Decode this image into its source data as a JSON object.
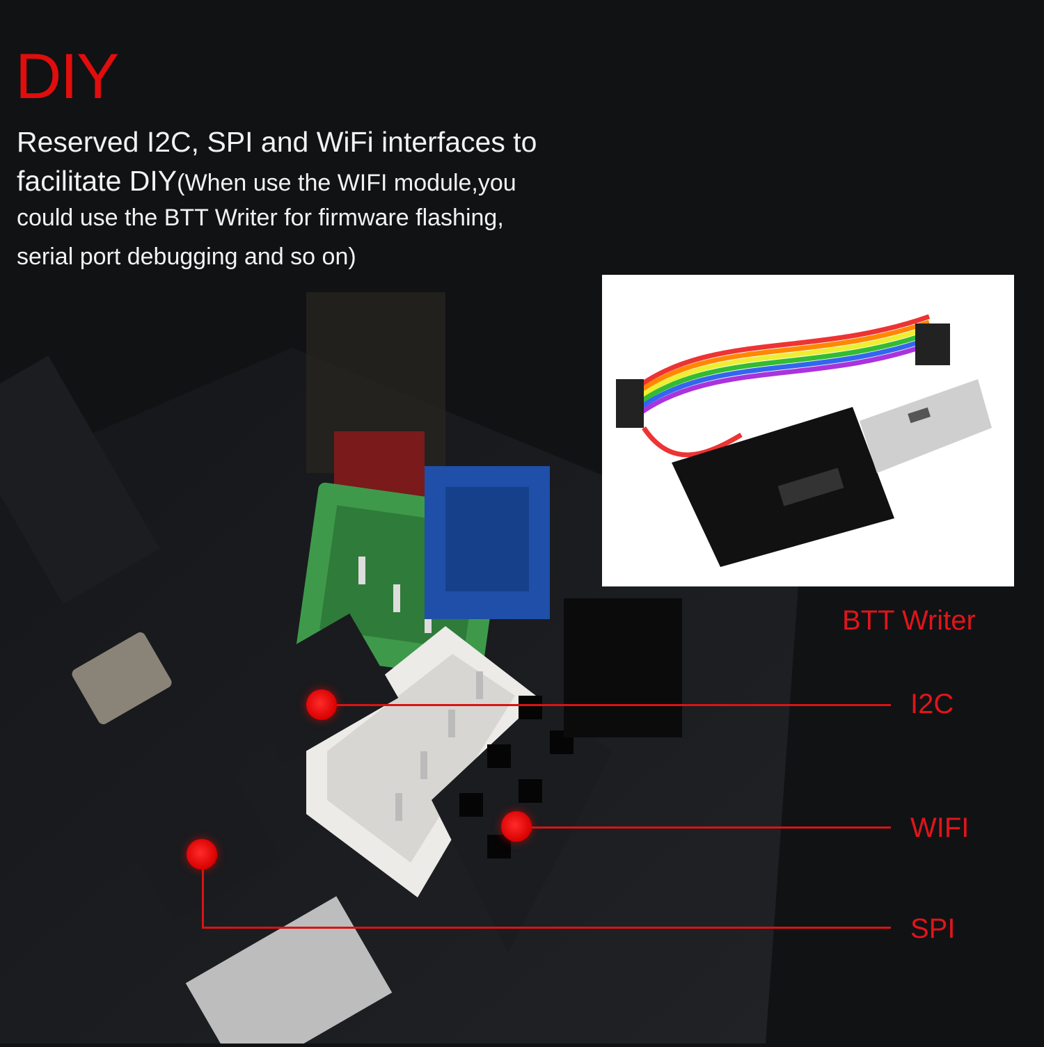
{
  "heading": "DIY",
  "description": {
    "main": "Reserved I2C, SPI and WiFi interfaces to facilitate DIY",
    "main_line1": "Reserved I2C, SPI and WiFi interfaces to",
    "main_line2": "facilitate DIY",
    "note_line1": "(When use the WIFI module,you",
    "note_line2": "could  use the BTT Writer for firmware flashing,",
    "note_line3": "serial port debugging and so on)"
  },
  "inset": {
    "caption": "BTT Writer"
  },
  "callouts": [
    {
      "label": "I2C"
    },
    {
      "label": "WIFI"
    },
    {
      "label": "SPI"
    }
  ],
  "colors": {
    "accent": "#e10d0d",
    "background": "#111214",
    "text": "#f2f2f2"
  }
}
